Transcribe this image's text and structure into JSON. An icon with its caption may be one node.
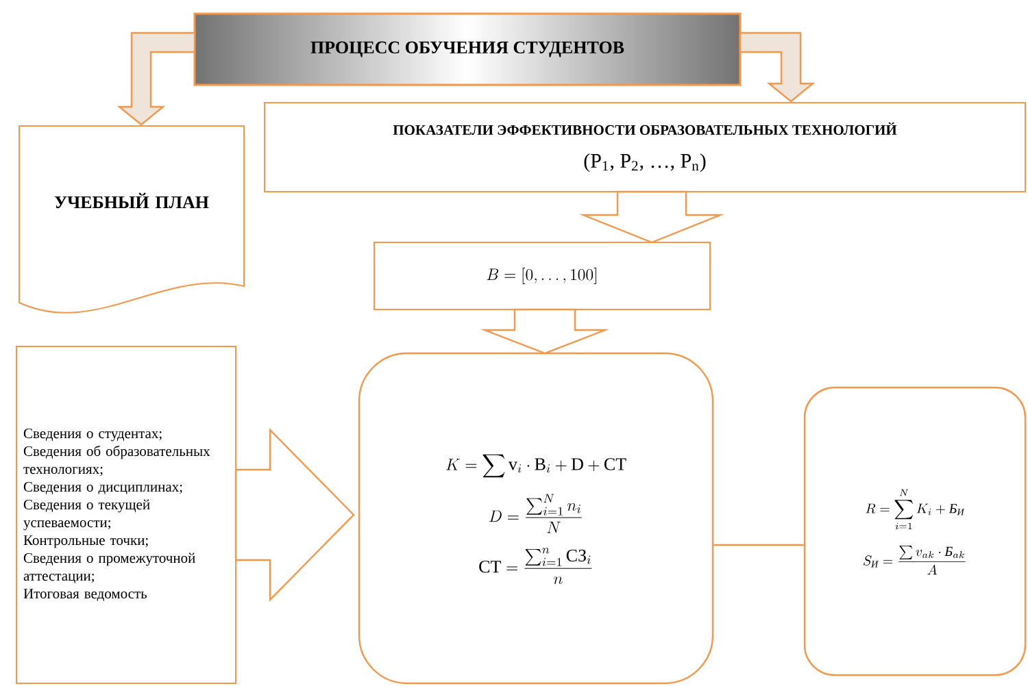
{
  "diagram": {
    "nodes": [
      {
        "text": [
          "ПРОЦЕСС ОБУЧЕНИЯ СТУДЕНТОВ"
        ]
      },
      {
        "text": [
          "УЧЕБНЫЙ ПЛАН"
        ]
      },
      {
        "text": [
          "ПОКАЗАТЕЛИ ЭФФЕКТИВНОСТИ ОБРАЗОВАТЕЛЬНЫХ ТЕХНОЛОГИЙ",
          "(P$_{1}$, P$_{2}$, …, P$_{n}$)"
        ]
      },
      {
        "text": [
          "B = [0, \\ldots, 100]"
        ]
      },
      {
        "text": [
          "Сведения о студентах;",
          "Сведения об образовательных технологиях;",
          "Сведения о дисциплинах;",
          "Сведения о текущей успеваемости;",
          "Контрольные точки;",
          "Сведения о промежуточной аттестации;",
          "Итоговая ведомость"
        ]
      },
      {
        "text": [
          "K = \\sum \\mathrm{v}_i \\cdot \\text{В}_i + \\mathrm{D} + \\text{СТ}",
          "D = \\frac{\\sum_{i=1}^{N} n_i}{N}",
          "\\text{СТ} = \\frac{\\sum_{i=1}^{n} \\text{СЗ}_i}{n}"
        ]
      },
      {
        "text": [
          "R = \\sum_{i=1}^{N} K_i + \\textit{Б}_{\\textit{И}}",
          "S_{\\textit{И}} = \\frac{\\sum v_{ak} \\cdot \\textit{Б}_{ak}}{A}"
        ]
      }
    ],
    "edges": [
      {
        "from": 0,
        "to": 1,
        "arrow": "to"
      },
      {
        "from": 0,
        "to": 2,
        "arrow": "to"
      },
      {
        "from": 2,
        "to": 3,
        "arrow": "to"
      },
      {
        "from": 3,
        "to": 5,
        "arrow": "to"
      },
      {
        "from": 4,
        "to": 5,
        "arrow": "to"
      },
      {
        "from": 5,
        "to": 6,
        "arrow": "none"
      }
    ]
  }
}
